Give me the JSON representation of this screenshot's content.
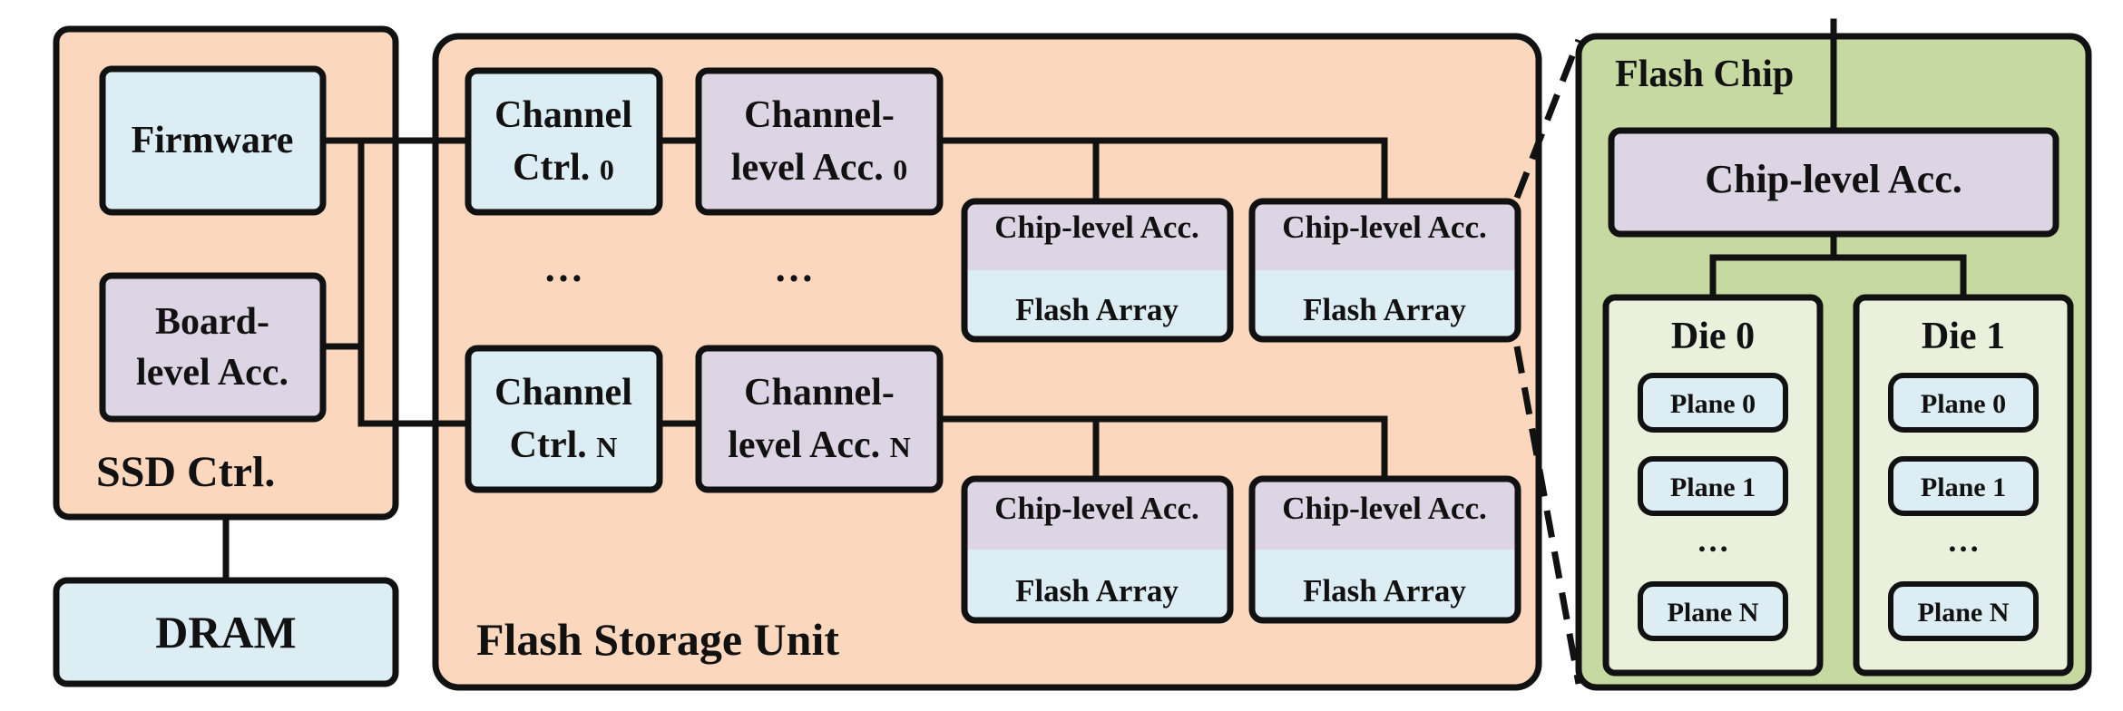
{
  "colors": {
    "salmon": "#fad7bd",
    "light_blue": "#dcedf3",
    "lavender": "#ddd5e4",
    "green": "#c5d9a1",
    "pale_green": "#eaf0dc",
    "stroke": "#111111"
  },
  "ssd_ctrl": {
    "title": "SSD Ctrl.",
    "firmware": "Firmware",
    "board_acc_line1": "Board-",
    "board_acc_line2": "level Acc."
  },
  "dram": {
    "label": "DRAM"
  },
  "flash_storage_unit": {
    "title": "Flash Storage Unit",
    "ellipsis_ctrl": "…",
    "ellipsis_acc": "…",
    "channels": [
      {
        "ctrl_line1": "Channel",
        "ctrl_line2": "Ctrl.",
        "ctrl_index": "0",
        "acc_line1": "Channel-",
        "acc_line2": "level Acc.",
        "acc_index": "0",
        "chips": [
          {
            "acc": "Chip-level Acc.",
            "array": "Flash Array"
          },
          {
            "acc": "Chip-level Acc.",
            "array": "Flash Array"
          }
        ]
      },
      {
        "ctrl_line1": "Channel",
        "ctrl_line2": "Ctrl.",
        "ctrl_index": "N",
        "acc_line1": "Channel-",
        "acc_line2": "level Acc.",
        "acc_index": "N",
        "chips": [
          {
            "acc": "Chip-level Acc.",
            "array": "Flash Array"
          },
          {
            "acc": "Chip-level Acc.",
            "array": "Flash Array"
          }
        ]
      }
    ]
  },
  "flash_chip": {
    "title": "Flash Chip",
    "chip_acc": "Chip-level Acc.",
    "dies": [
      {
        "label": "Die 0",
        "planes": [
          "Plane 0",
          "Plane 1",
          "…",
          "Plane N"
        ]
      },
      {
        "label": "Die 1",
        "planes": [
          "Plane 0",
          "Plane 1",
          "…",
          "Plane N"
        ]
      }
    ]
  }
}
